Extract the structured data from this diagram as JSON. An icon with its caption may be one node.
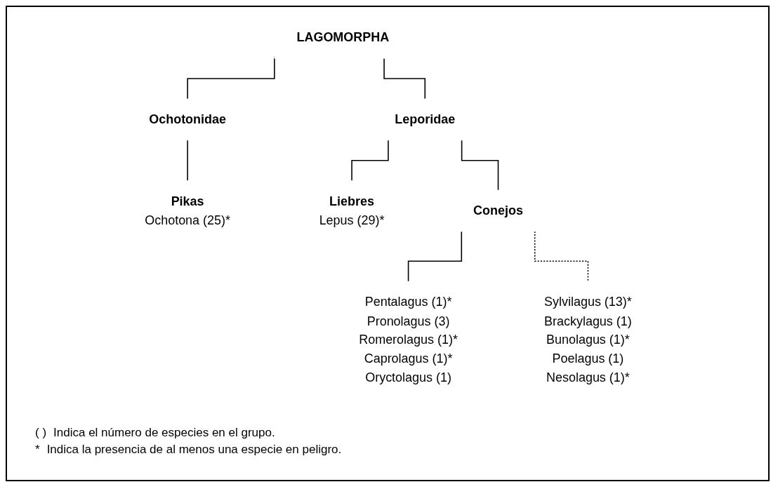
{
  "diagram": {
    "nodes": [
      {
        "text": [
          "LAGOMORPHA"
        ]
      },
      {
        "text": [
          "Ochotonidae"
        ]
      },
      {
        "text": [
          "Leporidae"
        ]
      },
      {
        "text": [
          "Pikas",
          "Ochotona (25)*"
        ]
      },
      {
        "text": [
          "Liebres",
          "Lepus (29)*"
        ]
      },
      {
        "text": [
          "Conejos"
        ]
      },
      {
        "text": [
          "Pentalagus (1)*",
          "Pronolagus (3)",
          "Romerolagus (1)*",
          "Caprolagus (1)*",
          "Oryctolagus (1)"
        ]
      },
      {
        "text": [
          "Sylvilagus (13)*",
          "Brackylagus (1)",
          "Bunolagus (1)*",
          "Poelagus (1)",
          "Nesolagus (1)*"
        ]
      }
    ],
    "edges": [
      {
        "from": 0,
        "to": 1,
        "arrow": "none"
      },
      {
        "from": 0,
        "to": 2,
        "arrow": "none"
      },
      {
        "from": 1,
        "to": 3,
        "arrow": "none"
      },
      {
        "from": 2,
        "to": 4,
        "arrow": "none"
      },
      {
        "from": 2,
        "to": 5,
        "arrow": "none"
      },
      {
        "from": 5,
        "to": 6,
        "arrow": "none"
      },
      {
        "from": 5,
        "to": 7,
        "arrow": "none",
        "style": "dashed"
      }
    ],
    "labels": [
      "( )",
      "Indica el número de especies en el grupo.",
      "*",
      "Indica la presencia de al menos una especie en peligro."
    ]
  }
}
